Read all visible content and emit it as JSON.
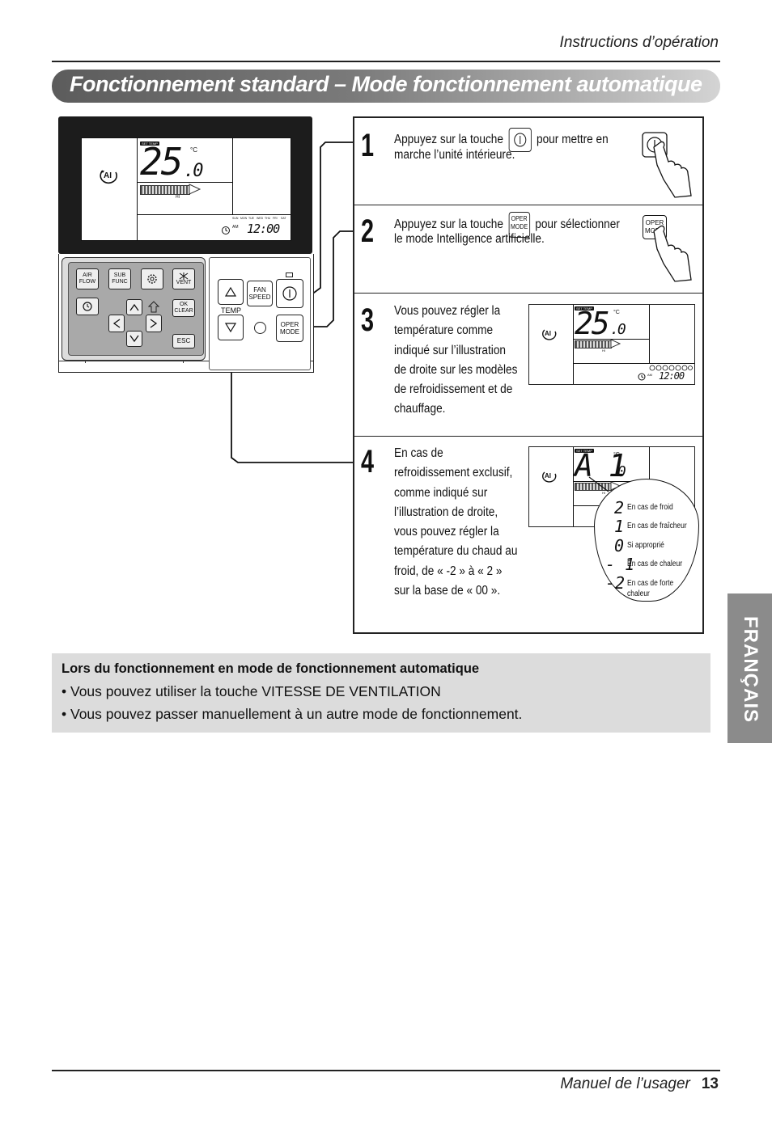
{
  "header": {
    "title": "Instructions d’opération"
  },
  "banner": {
    "title": "Fonctionnement standard – Mode fonctionnement automatique"
  },
  "remote": {
    "display": {
      "set_temp_tag": "SET TEMP",
      "temperature": "25",
      "decimal": ".0",
      "unit": "°C",
      "fan_label": "HI",
      "mode_icon_text": "AI",
      "days": [
        "SUN",
        "MON",
        "TUE",
        "WED",
        "THU",
        "FRI",
        "SAT"
      ],
      "am": "AM",
      "time": "12:00"
    },
    "keypad": {
      "air_flow": [
        "AIR",
        "FLOW"
      ],
      "sub_func": [
        "SUB",
        "FUNC"
      ],
      "vent": "VENT",
      "ok_clear": [
        "OK",
        "CLEAR"
      ],
      "esc": "ESC"
    },
    "panel": {
      "fan_speed": [
        "FAN",
        "SPEED"
      ],
      "temp": "TEMP",
      "oper_mode": [
        "OPER",
        "MODE"
      ]
    }
  },
  "steps": [
    {
      "number": "1",
      "text_before": "Appuyez sur la touche",
      "text_after": "pour mettre en",
      "text_line2": "marche l’unité intérieure."
    },
    {
      "number": "2",
      "text_before": "Appuyez sur la touche",
      "text_after": "pour sélectionner",
      "text_line2": "le mode Intelligence artificielle.",
      "button_label": [
        "OPER",
        "MODE"
      ]
    },
    {
      "number": "3",
      "lines": [
        "Vous pouvez régler la",
        "température comme",
        "indiqué sur l’illustration",
        "de droite sur les modèles",
        "de refroidissement et de",
        "chauffage."
      ],
      "display_temperature": "25",
      "display_decimal": ".0",
      "display_time": "12:00"
    },
    {
      "number": "4",
      "lines": [
        "En cas de",
        "refroidissement exclusif,",
        "comme indiqué sur",
        "l’illustration de droite,",
        "vous pouvez régler la",
        "température du chaud au",
        "froid, de « -2 » à « 2 »",
        "sur la base de « 00 »."
      ],
      "display_value": "A 1",
      "display_decimal": ".0",
      "legend": [
        {
          "digit": "2",
          "label": "En cas de froid"
        },
        {
          "digit": "1",
          "label": "En cas de fraîcheur"
        },
        {
          "digit": "0",
          "label": "Si approprié"
        },
        {
          "digit": "- 1",
          "label": "En cas de chaleur"
        },
        {
          "digit": "-2",
          "label": "En cas de forte",
          "label2": "chaleur"
        }
      ]
    }
  ],
  "note": {
    "title": "Lors du fonctionnement en mode de fonctionnement automatique",
    "bullets": [
      "• Vous pouvez utiliser la touche VITESSE DE VENTILATION",
      "• Vous pouvez passer manuellement à un autre mode de fonctionnement."
    ]
  },
  "side_tab": {
    "label": "FRANÇAIS"
  },
  "footer": {
    "manual": "Manuel de l’usager",
    "page": "13"
  },
  "colors": {
    "banner_dark": "#5c5c5c",
    "note_bg": "#dcdcdc",
    "side_tab": "#8b8b8b"
  }
}
